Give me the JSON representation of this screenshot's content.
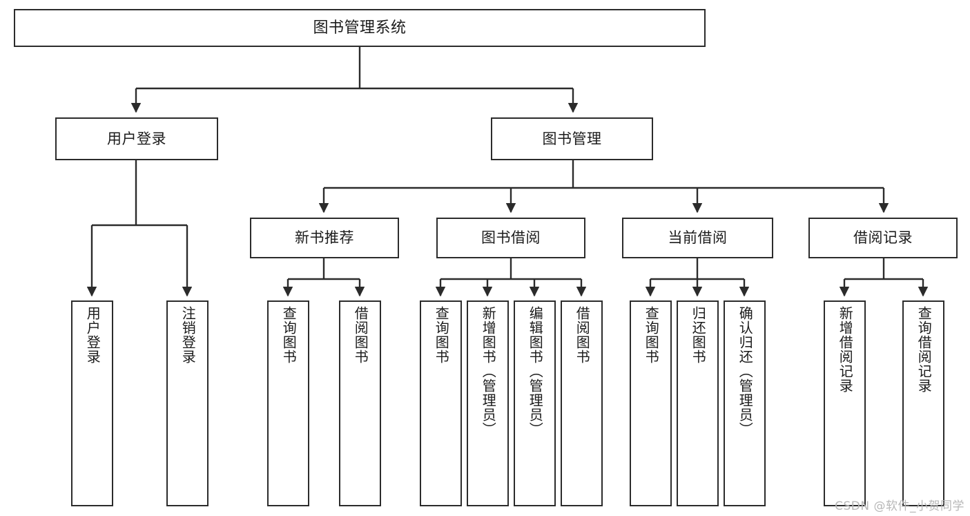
{
  "diagram": {
    "type": "tree-hierarchy-chart",
    "title": "图书管理系统",
    "line_color": "#2b2b2b",
    "box_fill": "#ffffff",
    "text_color": "#1b1b1b",
    "nodes": {
      "root": {
        "label": "图书管理系统"
      },
      "level2": [
        {
          "label": "用户登录"
        },
        {
          "label": "图书管理"
        }
      ],
      "level3": [
        {
          "label": "新书推荐"
        },
        {
          "label": "图书借阅"
        },
        {
          "label": "当前借阅"
        },
        {
          "label": "借阅记录"
        }
      ],
      "leaves": {
        "user_login": [
          {
            "label": "用户登录"
          },
          {
            "label": "注销登录"
          }
        ],
        "new_book": [
          {
            "label": "查询图书"
          },
          {
            "label": "借阅图书"
          }
        ],
        "book_borrow": [
          {
            "label": "查询图书"
          },
          {
            "label": "新增图书（管理员）"
          },
          {
            "label": "编辑图书（管理员）"
          },
          {
            "label": "借阅图书"
          }
        ],
        "current_borrow": [
          {
            "label": "查询图书"
          },
          {
            "label": "归还图书"
          },
          {
            "label": "确认归还（管理员）"
          }
        ],
        "borrow_record": [
          {
            "label": "新增借阅记录"
          },
          {
            "label": "查询借阅记录"
          }
        ]
      }
    }
  },
  "watermark": {
    "text": "CSDN @软件_小贺同学",
    "color": "#b7b7b7"
  }
}
